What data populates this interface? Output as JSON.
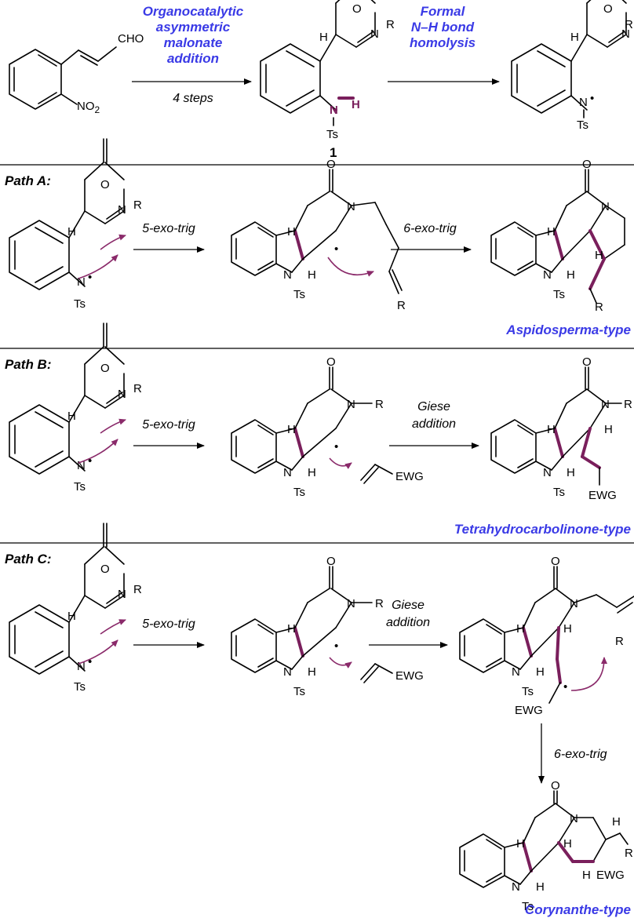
{
  "top": {
    "start_cho": "CHO",
    "start_no2": "NO",
    "start_no2_sub": "2",
    "cond1_line1": "Organocatalytic",
    "cond1_line2": "asymmetric",
    "cond1_line3": "malonate",
    "cond1_line4": "addition",
    "steps": "4 steps",
    "cmpd_number": "1",
    "cond2_line1": "Formal",
    "cond2_line2": "N–H bond",
    "cond2_line3": "homolysis"
  },
  "paths": [
    {
      "label": "Path A:",
      "step1": "5-exo-trig",
      "step2": "6-exo-trig",
      "product_type": "Aspidosperma-type"
    },
    {
      "label": "Path B:",
      "step1": "5-exo-trig",
      "step2_line1": "Giese",
      "step2_line2": "addition",
      "product_type": "Tetrahydrocarbolinone-type"
    },
    {
      "label": "Path C:",
      "step1": "5-exo-trig",
      "step2_line1": "Giese",
      "step2_line2": "addition",
      "step3": "6-exo-trig",
      "product_type": "Corynanthe-type"
    }
  ],
  "atoms": {
    "O": "O",
    "N": "N",
    "R": "R",
    "H": "H",
    "Ts": "Ts",
    "EWG": "EWG",
    "dot": "•"
  },
  "colors": {
    "accent_text": "#3a3ae6",
    "highlight_bond": "#7a1f5c",
    "curved_arrow": "#8a2a6a"
  }
}
